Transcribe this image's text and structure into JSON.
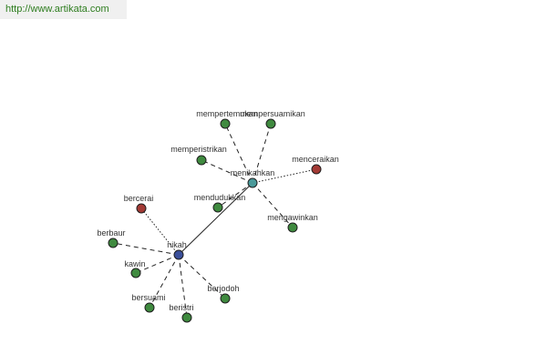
{
  "header": {
    "url": "http://www.artikata.com"
  },
  "colors": {
    "synonym": "#3f8a3f",
    "antonym": "#a33a35",
    "center": "#3a4f9a",
    "hub": "#4a9a9a",
    "edge": "#222222"
  },
  "graph": {
    "nodes": [
      {
        "id": "nikah",
        "label": "nikah",
        "kind": "center"
      },
      {
        "id": "menikahkan",
        "label": "menikahkan",
        "kind": "hub"
      },
      {
        "id": "mempertemukan",
        "label": "mempertemukan",
        "kind": "synonym"
      },
      {
        "id": "mempersuamikan",
        "label": "mempersuamikan",
        "kind": "synonym"
      },
      {
        "id": "memperistrikan",
        "label": "memperistrikan",
        "kind": "synonym"
      },
      {
        "id": "menceraikan",
        "label": "menceraikan",
        "kind": "antonym"
      },
      {
        "id": "mendudukkan",
        "label": "mendudukkan",
        "kind": "synonym"
      },
      {
        "id": "mengawinkan",
        "label": "mengawinkan",
        "kind": "synonym"
      },
      {
        "id": "bercerai",
        "label": "bercerai",
        "kind": "antonym"
      },
      {
        "id": "berbaur",
        "label": "berbaur",
        "kind": "synonym"
      },
      {
        "id": "kawin",
        "label": "kawin",
        "kind": "synonym"
      },
      {
        "id": "bersuami",
        "label": "bersuami",
        "kind": "synonym"
      },
      {
        "id": "beristri",
        "label": "beristri",
        "kind": "synonym"
      },
      {
        "id": "berjodoh",
        "label": "berjodoh",
        "kind": "synonym"
      }
    ],
    "edges": [
      {
        "from": "nikah",
        "to": "menikahkan",
        "style": "solid"
      },
      {
        "from": "menikahkan",
        "to": "mempertemukan",
        "style": "dashed"
      },
      {
        "from": "menikahkan",
        "to": "mempersuamikan",
        "style": "dashed"
      },
      {
        "from": "menikahkan",
        "to": "memperistrikan",
        "style": "dashed"
      },
      {
        "from": "menikahkan",
        "to": "menceraikan",
        "style": "dotted"
      },
      {
        "from": "menikahkan",
        "to": "mendudukkan",
        "style": "dashed"
      },
      {
        "from": "menikahkan",
        "to": "mengawinkan",
        "style": "dashed"
      },
      {
        "from": "nikah",
        "to": "bercerai",
        "style": "dotted"
      },
      {
        "from": "nikah",
        "to": "berbaur",
        "style": "dashed"
      },
      {
        "from": "nikah",
        "to": "kawin",
        "style": "dashed"
      },
      {
        "from": "nikah",
        "to": "bersuami",
        "style": "dashed"
      },
      {
        "from": "nikah",
        "to": "beristri",
        "style": "dashed"
      },
      {
        "from": "nikah",
        "to": "berjodoh",
        "style": "dashed"
      }
    ]
  }
}
